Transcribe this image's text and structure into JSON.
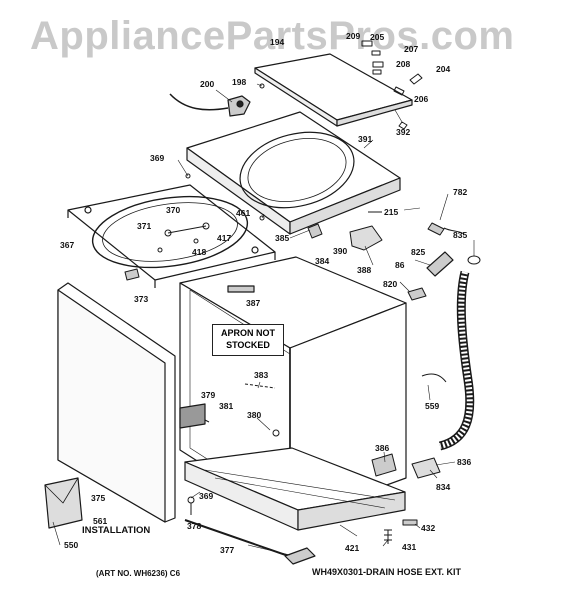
{
  "watermark": "AppliancePartsPros.com",
  "callouts": {
    "c194": "194",
    "c209": "209",
    "c205": "205",
    "c207": "207",
    "c208": "208",
    "c204": "204",
    "c206": "206",
    "c198": "198",
    "c200": "200",
    "c392": "392",
    "c391": "391",
    "c369a": "369",
    "c782": "782",
    "c215": "215",
    "c461": "461",
    "c370": "370",
    "c371": "371",
    "c417": "417",
    "c418": "418",
    "c367": "367",
    "c385": "385",
    "c835": "835",
    "c390": "390",
    "c384": "384",
    "c388": "388",
    "c86": "86",
    "c825": "825",
    "c373": "373",
    "c387": "387",
    "c820": "820",
    "c383": "383",
    "c379": "379",
    "c381": "381",
    "c380": "380",
    "c559": "559",
    "c386": "386",
    "c836": "836",
    "c375": "375",
    "c369b": "369",
    "c834": "834",
    "c378": "378",
    "c561": "561",
    "c432": "432",
    "c377": "377",
    "c421": "421",
    "c431": "431",
    "c550": "550"
  },
  "apron_note": {
    "line1": "APRON NOT",
    "line2": "STOCKED"
  },
  "installation": "INSTALLATION",
  "art_no": "(ART NO. WH6236) C6",
  "kit_note": "WH49X0301-DRAIN HOSE EXT. KIT"
}
